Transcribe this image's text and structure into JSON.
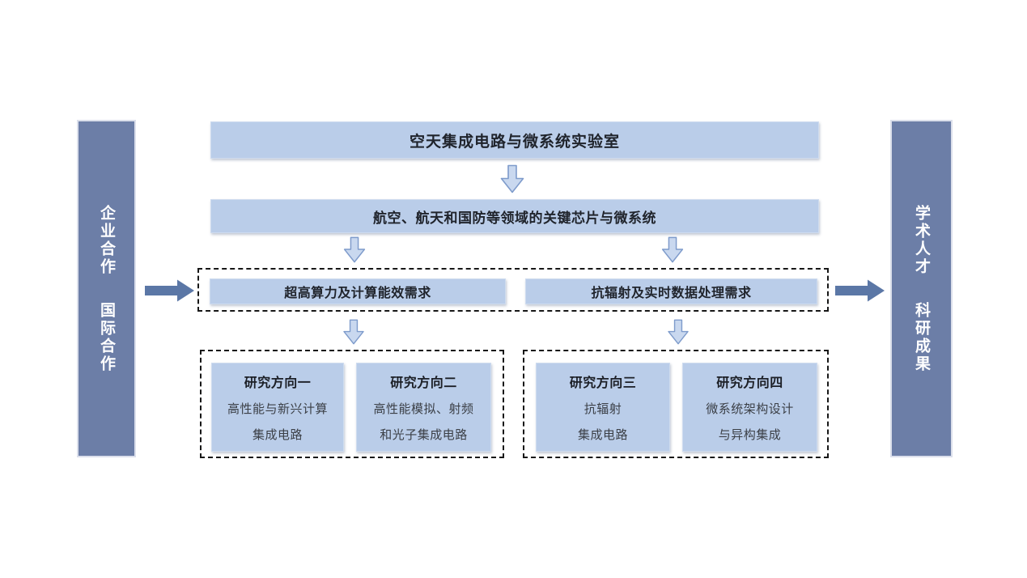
{
  "palette": {
    "box_fill": "#bacde9",
    "bar_fill": "#6c7ea7",
    "solid_arrow": "#5b77a6",
    "block_arrow_fill": "#c9d8ef",
    "block_arrow_stroke": "#7e9bcb",
    "dash_border": "#171717",
    "title_text": "#1c1f26",
    "body_text": "#3b3f46",
    "bar_text": "#ffffff"
  },
  "top_banner": {
    "text": "空天集成电路与微系统实验室"
  },
  "domain_banner": {
    "text": "航空、航天和国防等领域的关键芯片与微系统"
  },
  "needs": [
    {
      "text": "超高算力及计算能效需求"
    },
    {
      "text": "抗辐射及实时数据处理需求"
    }
  ],
  "research": [
    {
      "title": "研究方向一",
      "line1": "高性能与新兴计算",
      "line2": "集成电路"
    },
    {
      "title": "研究方向二",
      "line1": "高性能模拟、射频",
      "line2": "和光子集成电路"
    },
    {
      "title": "研究方向三",
      "line1": "抗辐射",
      "line2": "集成电路"
    },
    {
      "title": "研究方向四",
      "line1": "微系统架构设计",
      "line2": "与异构集成"
    }
  ],
  "left_bar": {
    "labels": [
      "企业合作",
      "国际合作"
    ]
  },
  "right_bar": {
    "labels": [
      "学术人才",
      "科研成果"
    ]
  }
}
